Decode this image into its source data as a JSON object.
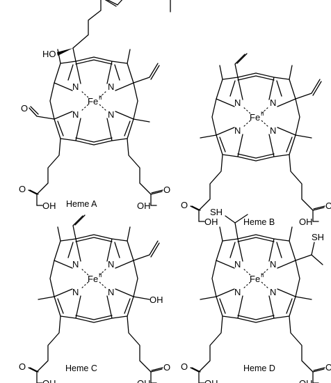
{
  "molecules": [
    {
      "id": "heme-a",
      "caption": "Heme A",
      "atoms": {
        "metal": "Fe",
        "metal_charge": "II",
        "nitrogen": "N",
        "hydroxyl": "HO",
        "acid_oxygen": "O",
        "acid_hydroxyl": "OH",
        "formyl_oxygen": "O"
      }
    },
    {
      "id": "heme-b",
      "caption": "Heme B",
      "atoms": {
        "metal": "Fe",
        "metal_charge": "II",
        "nitrogen": "N",
        "acid_oxygen": "O",
        "acid_hydroxyl": "OH"
      }
    },
    {
      "id": "heme-c",
      "caption": "Heme C",
      "atoms": {
        "metal": "Fe",
        "metal_charge": "II",
        "nitrogen": "N",
        "hydroxyl": "OH",
        "acid_oxygen": "O",
        "acid_hydroxyl": "OH"
      }
    },
    {
      "id": "heme-d",
      "caption": "Heme D",
      "atoms": {
        "metal": "Fe",
        "metal_charge": "II",
        "nitrogen": "N",
        "thiol": "SH",
        "acid_oxygen": "O",
        "acid_hydroxyl": "OH"
      }
    }
  ]
}
